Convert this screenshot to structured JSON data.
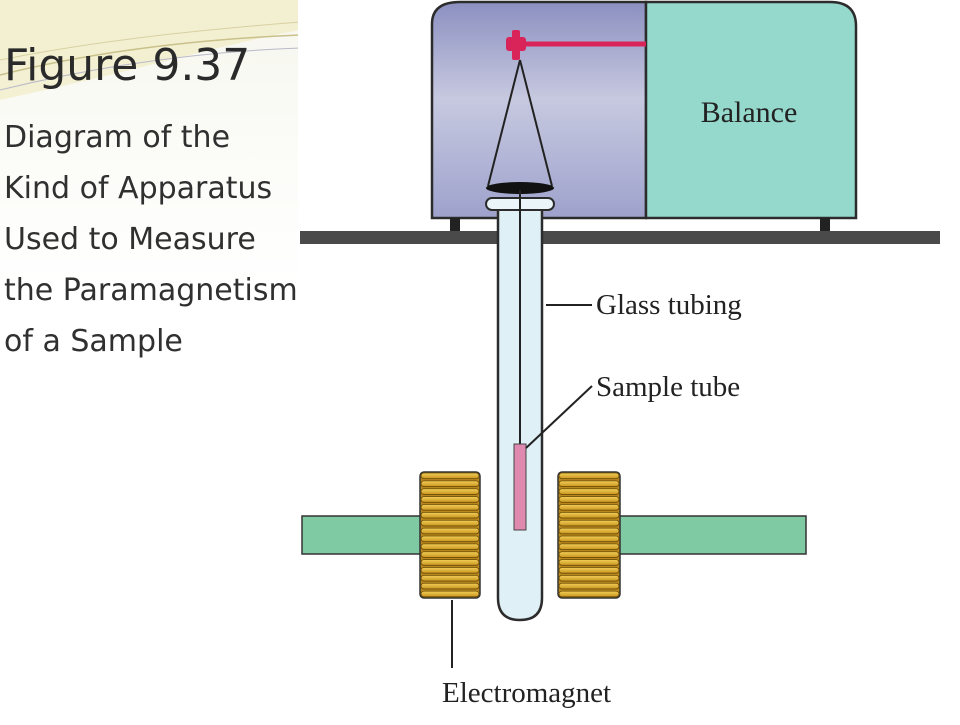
{
  "slide": {
    "title": "Figure 9.37",
    "description_lines": [
      "Diagram of the",
      "Kind of Apparatus",
      "Used to Measure",
      "the Paramagnetism",
      "of a Sample"
    ]
  },
  "diagram": {
    "labels": {
      "balance": "Balance",
      "glass_tubing": "Glass tubing",
      "sample_tube": "Sample tube",
      "electromagnet": "Electromagnet"
    },
    "colors": {
      "balance_housing": "#a9acd0",
      "balance_panel": "#95d8cc",
      "shelf": "#4a4a4a",
      "glass_tube": "#dff1f6",
      "sample": "#e089b0",
      "magnet_bar": "#7fcaa2",
      "coil": "#e0b22f",
      "beam": "#d9245a"
    }
  }
}
